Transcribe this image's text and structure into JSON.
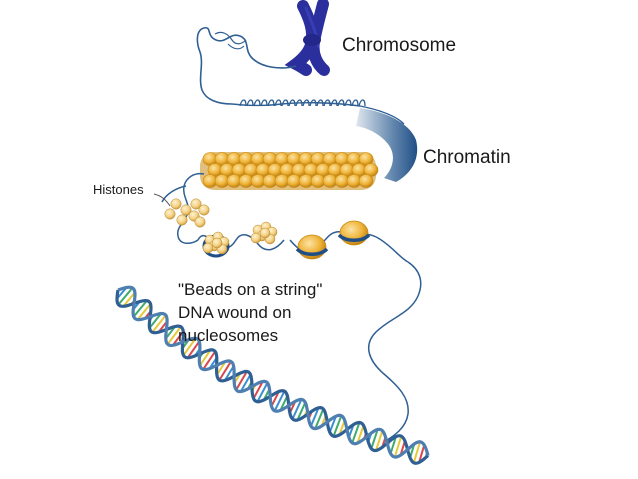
{
  "labels": {
    "chromosome": "Chromosome",
    "chromatin": "Chromatin",
    "histones": "Histones",
    "beads_line1": "\"Beads on a string\"",
    "beads_line2": "DNA wound on",
    "beads_line3": "nucleosomes"
  },
  "colors": {
    "chromosome": "#2b2f9e",
    "dna_strand": "#2f5f93",
    "histone": "#f0b53a",
    "histone_dark": "#c88a12",
    "histone_light": "#f6dc9a",
    "base_pair_red": "#d8474d",
    "base_pair_blue": "#3a8fd0",
    "base_pair_green": "#3faa6a",
    "base_pair_yellow": "#e6c93a"
  }
}
